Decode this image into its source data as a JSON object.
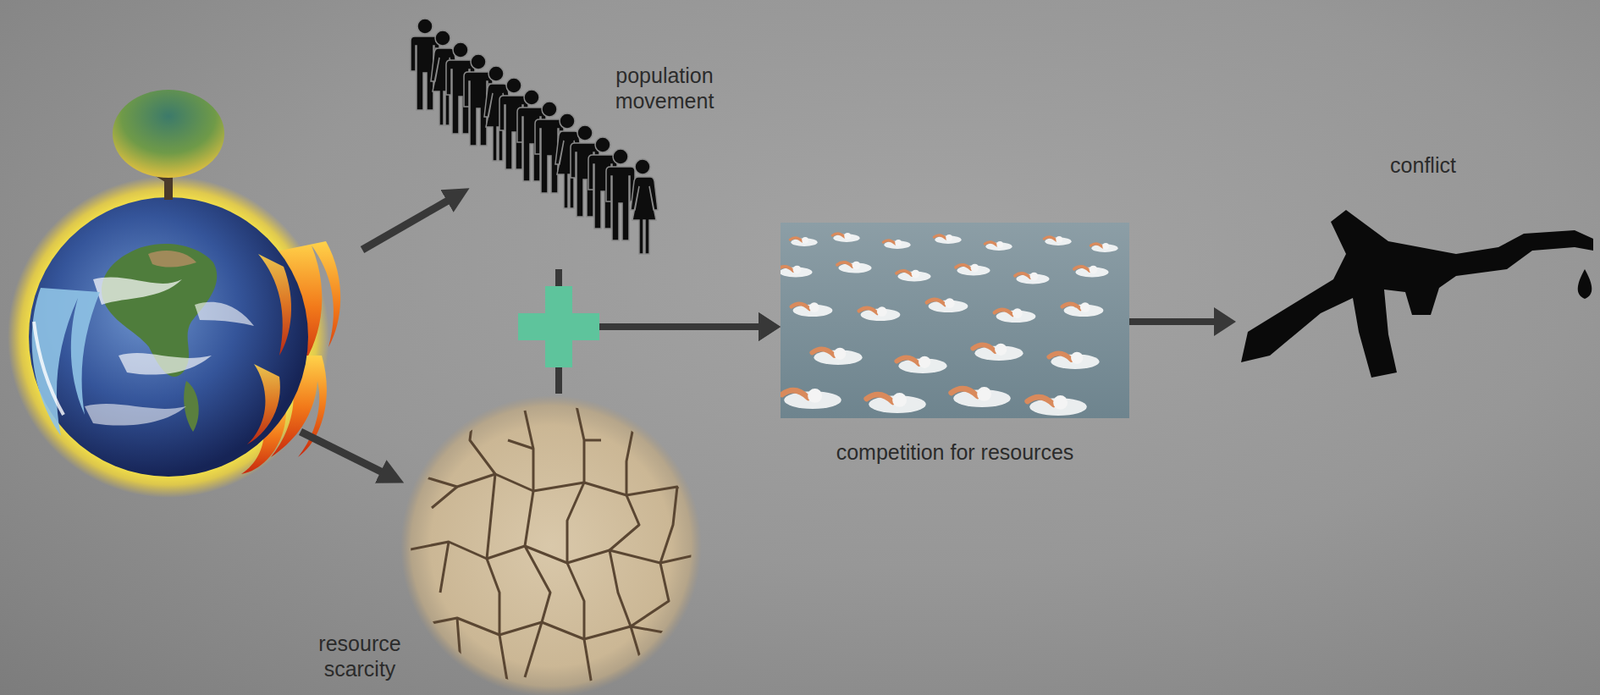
{
  "diagram": {
    "nodes": [
      {
        "text": [
          "population movement"
        ]
      },
      {
        "text": [
          "resource scarcity"
        ]
      },
      {
        "text": [
          "competition for resources"
        ]
      },
      {
        "text": [
          "conflict"
        ]
      }
    ],
    "edges": [
      {
        "from": 0,
        "to": 2,
        "arrow": "to"
      },
      {
        "from": 1,
        "to": 2,
        "arrow": "to"
      },
      {
        "from": 2,
        "to": 3,
        "arrow": "to"
      }
    ]
  }
}
